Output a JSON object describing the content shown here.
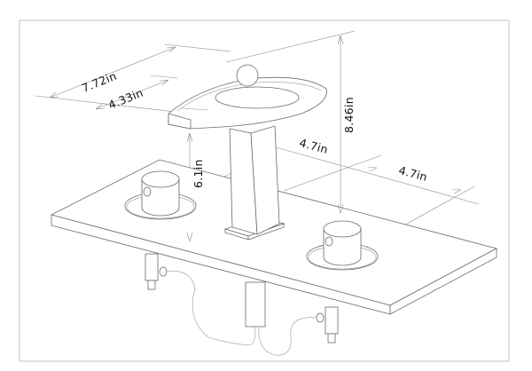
{
  "drawing": {
    "subject": "Widespread bathroom faucet with round handles and waterfall spout",
    "frame_color": "#c0c0c0",
    "line_color": "#6a6a6a"
  },
  "dimensions": {
    "overall_depth": "7.72in",
    "spout_reach": "4.33in",
    "total_height": "8.46in",
    "spout_height": "6.1in",
    "handle_spacing_left": "4.7in",
    "handle_spacing_right": "4.7in"
  }
}
